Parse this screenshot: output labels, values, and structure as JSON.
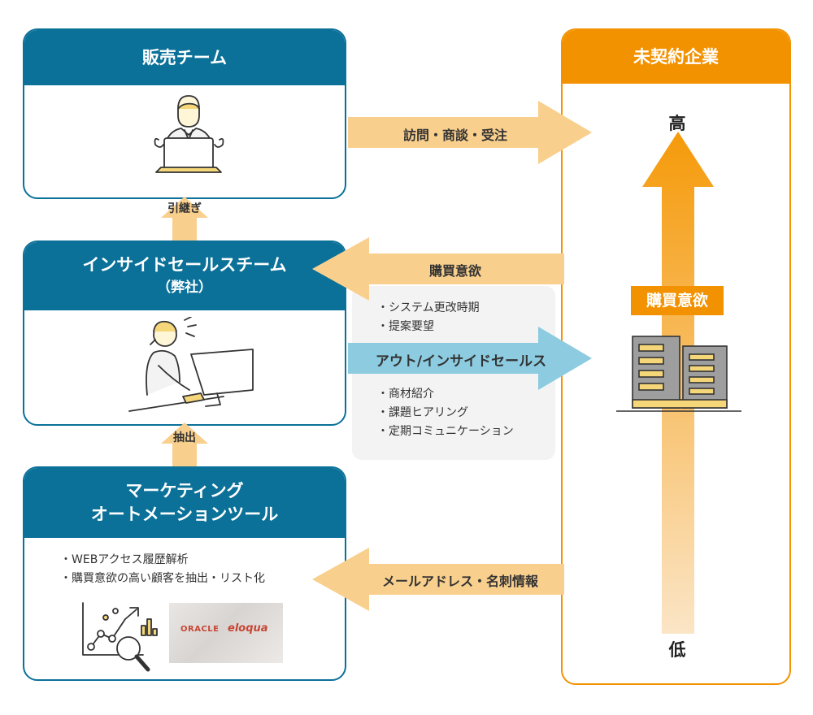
{
  "sales_team": {
    "title": "販売チーム"
  },
  "handover_label": "引継ぎ",
  "inside_sales": {
    "title": "インサイドセールスチーム",
    "subtitle": "（弊社）"
  },
  "extract_label": "抽出",
  "ma_tool": {
    "title_line1": "マーケティング",
    "title_line2": "オートメーションツール",
    "bullets": [
      "・WEBアクセス履歴解析",
      "・購買意欲の高い顧客を抽出・リスト化"
    ],
    "logo_oracle": "ORACLE",
    "logo_eloqua": "eloqua"
  },
  "prospects": {
    "title": "未契約企業",
    "high_label": "高",
    "low_label": "低",
    "intent_badge": "購買意欲"
  },
  "arrows": {
    "visit": "訪問・商談・受注",
    "purchase_intent": "購買意欲",
    "out_inside": "アウト/インサイドセールス",
    "email_card": "メールアドレス・名刺情報"
  },
  "intent_bullets": [
    "・システム更改時期",
    "・提案要望"
  ],
  "outbound_bullets": [
    "・商材紹介",
    "・課題ヒアリング",
    "・定期コミュニケーション"
  ],
  "colors": {
    "teal": "#0b7199",
    "orange": "#f39200",
    "light_orange": "#f9cf8d",
    "light_blue": "#8ccbe0",
    "gray_panel": "#f3f3f3"
  }
}
